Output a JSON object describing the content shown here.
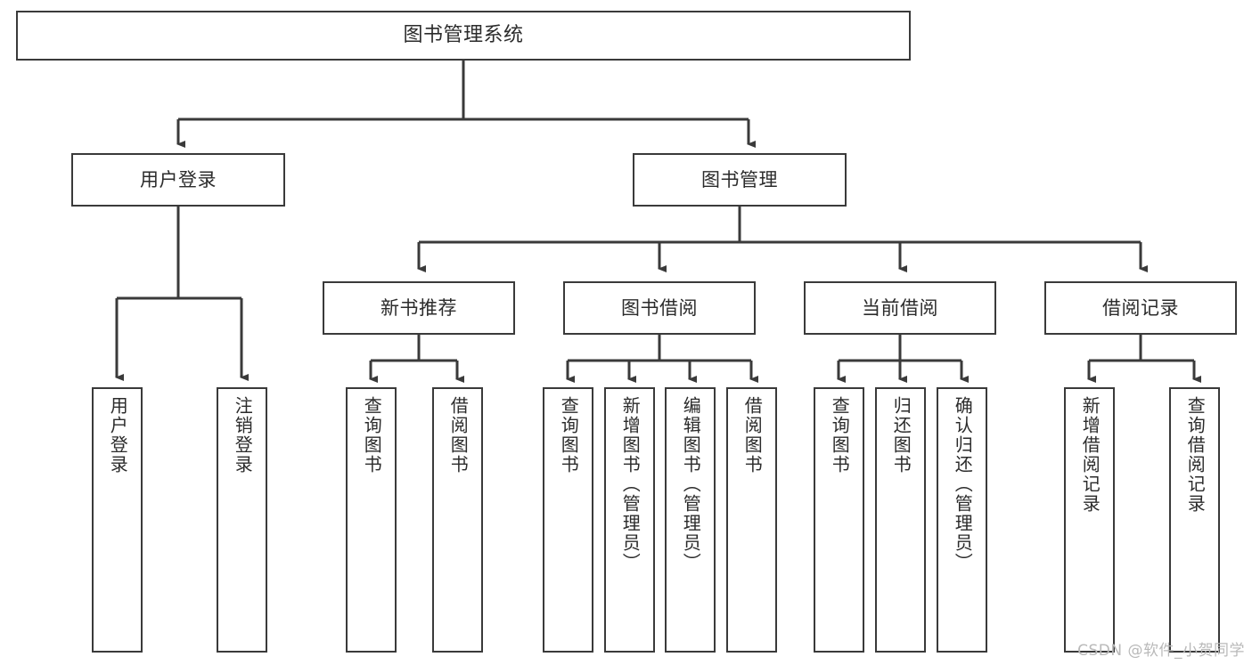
{
  "diagram": {
    "title": "图书管理系统",
    "type": "tree-hierarchy-chart",
    "orientation": "top-down",
    "colors": {
      "node_border": "#3a3a3a",
      "node_fill": "#ffffff",
      "edge": "#3a3a3a",
      "text": "#2b2b2b",
      "watermark": "#b9b9b9",
      "background": "#ffffff"
    }
  },
  "nodes": {
    "root": {
      "label": "图书管理系统"
    },
    "level2": [
      {
        "label": "用户登录"
      },
      {
        "label": "图书管理"
      }
    ],
    "level3": [
      {
        "label": "新书推荐"
      },
      {
        "label": "图书借阅"
      },
      {
        "label": "当前借阅"
      },
      {
        "label": "借阅记录"
      }
    ],
    "leaves": {
      "user_login": [
        {
          "label": "用户登录"
        },
        {
          "label": "注销登录"
        }
      ],
      "new_book_recommend": [
        {
          "label": "查询图书"
        },
        {
          "label": "借阅图书"
        }
      ],
      "book_borrow": [
        {
          "label": "查询图书"
        },
        {
          "label": "新增图书（管理员）"
        },
        {
          "label": "编辑图书（管理员）"
        },
        {
          "label": "借阅图书"
        }
      ],
      "current_borrow": [
        {
          "label": "查询图书"
        },
        {
          "label": "归还图书"
        },
        {
          "label": "确认归还（管理员）"
        }
      ],
      "borrow_record": [
        {
          "label": "新增借阅记录"
        },
        {
          "label": "查询借阅记录"
        }
      ]
    }
  },
  "watermark": {
    "text": "CSDN @软件_小贺同学"
  }
}
